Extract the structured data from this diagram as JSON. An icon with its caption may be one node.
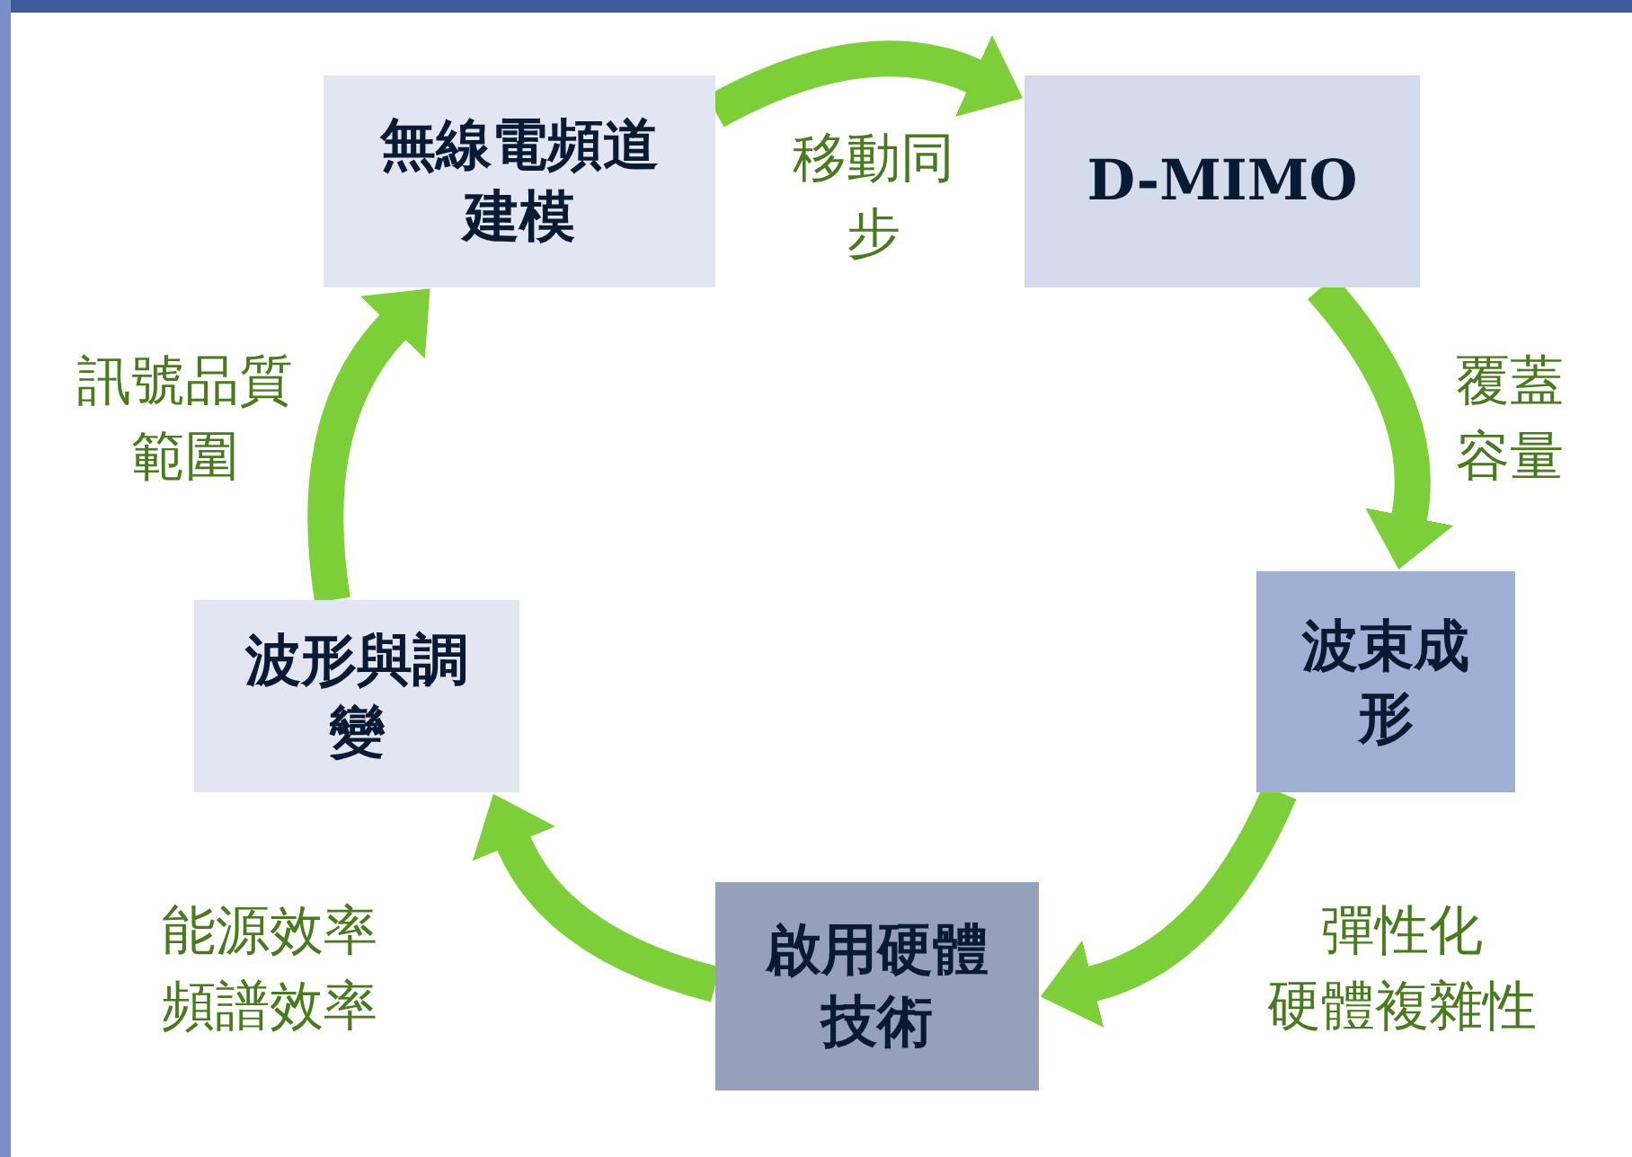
{
  "diagram": {
    "nodes": [
      {
        "text": [
          "無線電頻道建模"
        ]
      },
      {
        "text": [
          "D-MIMO"
        ]
      },
      {
        "text": [
          "波束成形"
        ]
      },
      {
        "text": [
          "啟用硬體技術"
        ]
      },
      {
        "text": [
          "波形與調變"
        ]
      }
    ],
    "edges": [
      {
        "from": 0,
        "to": 1,
        "arrow": "to",
        "label": "移動同步"
      },
      {
        "from": 1,
        "to": 2,
        "arrow": "to",
        "label": "覆蓋容量"
      },
      {
        "from": 2,
        "to": 3,
        "arrow": "to",
        "label": "彈性化硬體複雜性"
      },
      {
        "from": 3,
        "to": 4,
        "arrow": "to",
        "label": "能源效率頻譜效率"
      },
      {
        "from": 4,
        "to": 0,
        "arrow": "to",
        "label": "訊號品質範圍"
      }
    ]
  }
}
